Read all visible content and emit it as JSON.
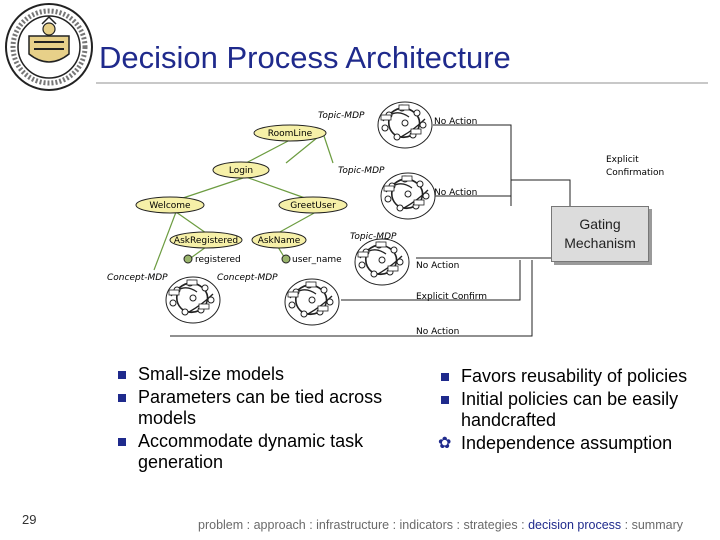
{
  "title": "Decision Process Architecture",
  "logo": {
    "text_top": "Carnegie Mellon University",
    "text_bottom": "PENNSYLVANIA 1900"
  },
  "diagram": {
    "nodes": {
      "roomline": "RoomLine",
      "login": "Login",
      "welcome": "Welcome",
      "greetuser": "GreetUser",
      "askregistered": "AskRegistered",
      "askname": "AskName",
      "registered": "registered",
      "user_name": "user_name"
    },
    "labels": {
      "topic_mdp_1": "Topic-MDP",
      "topic_mdp_2": "Topic-MDP",
      "topic_mdp_3": "Topic-MDP",
      "concept_mdp_1": "Concept-MDP",
      "concept_mdp_2": "Concept-MDP",
      "no_action_1": "No Action",
      "no_action_2": "No Action",
      "no_action_3": "No Action",
      "no_action_4": "No Action",
      "explicit_confirmation_1": "Explicit",
      "explicit_confirmation_2": "Confirmation",
      "explicit_confirm": "Explicit Confirm"
    },
    "gating": {
      "line1": "Gating",
      "line2": "Mechanism"
    }
  },
  "left_bullets": [
    "Small-size models",
    "Parameters can be tied across models",
    "Accommodate dynamic task generation"
  ],
  "right_bullets": [
    "Favors reusability of policies",
    "Initial policies can be easily handcrafted",
    "Independence assumption"
  ],
  "slide_number": "29",
  "footer": {
    "problem": "problem",
    "approach": "approach",
    "infrastructure": "infrastructure",
    "indicators": "indicators",
    "strategies": "strategies",
    "decision_process": "decision process",
    "summary": "summary",
    "sep": " : "
  },
  "colors": {
    "accent": "#1f2a8c",
    "node_fill": "#f6f0a8",
    "gating_fill": "#dcdcdc"
  }
}
